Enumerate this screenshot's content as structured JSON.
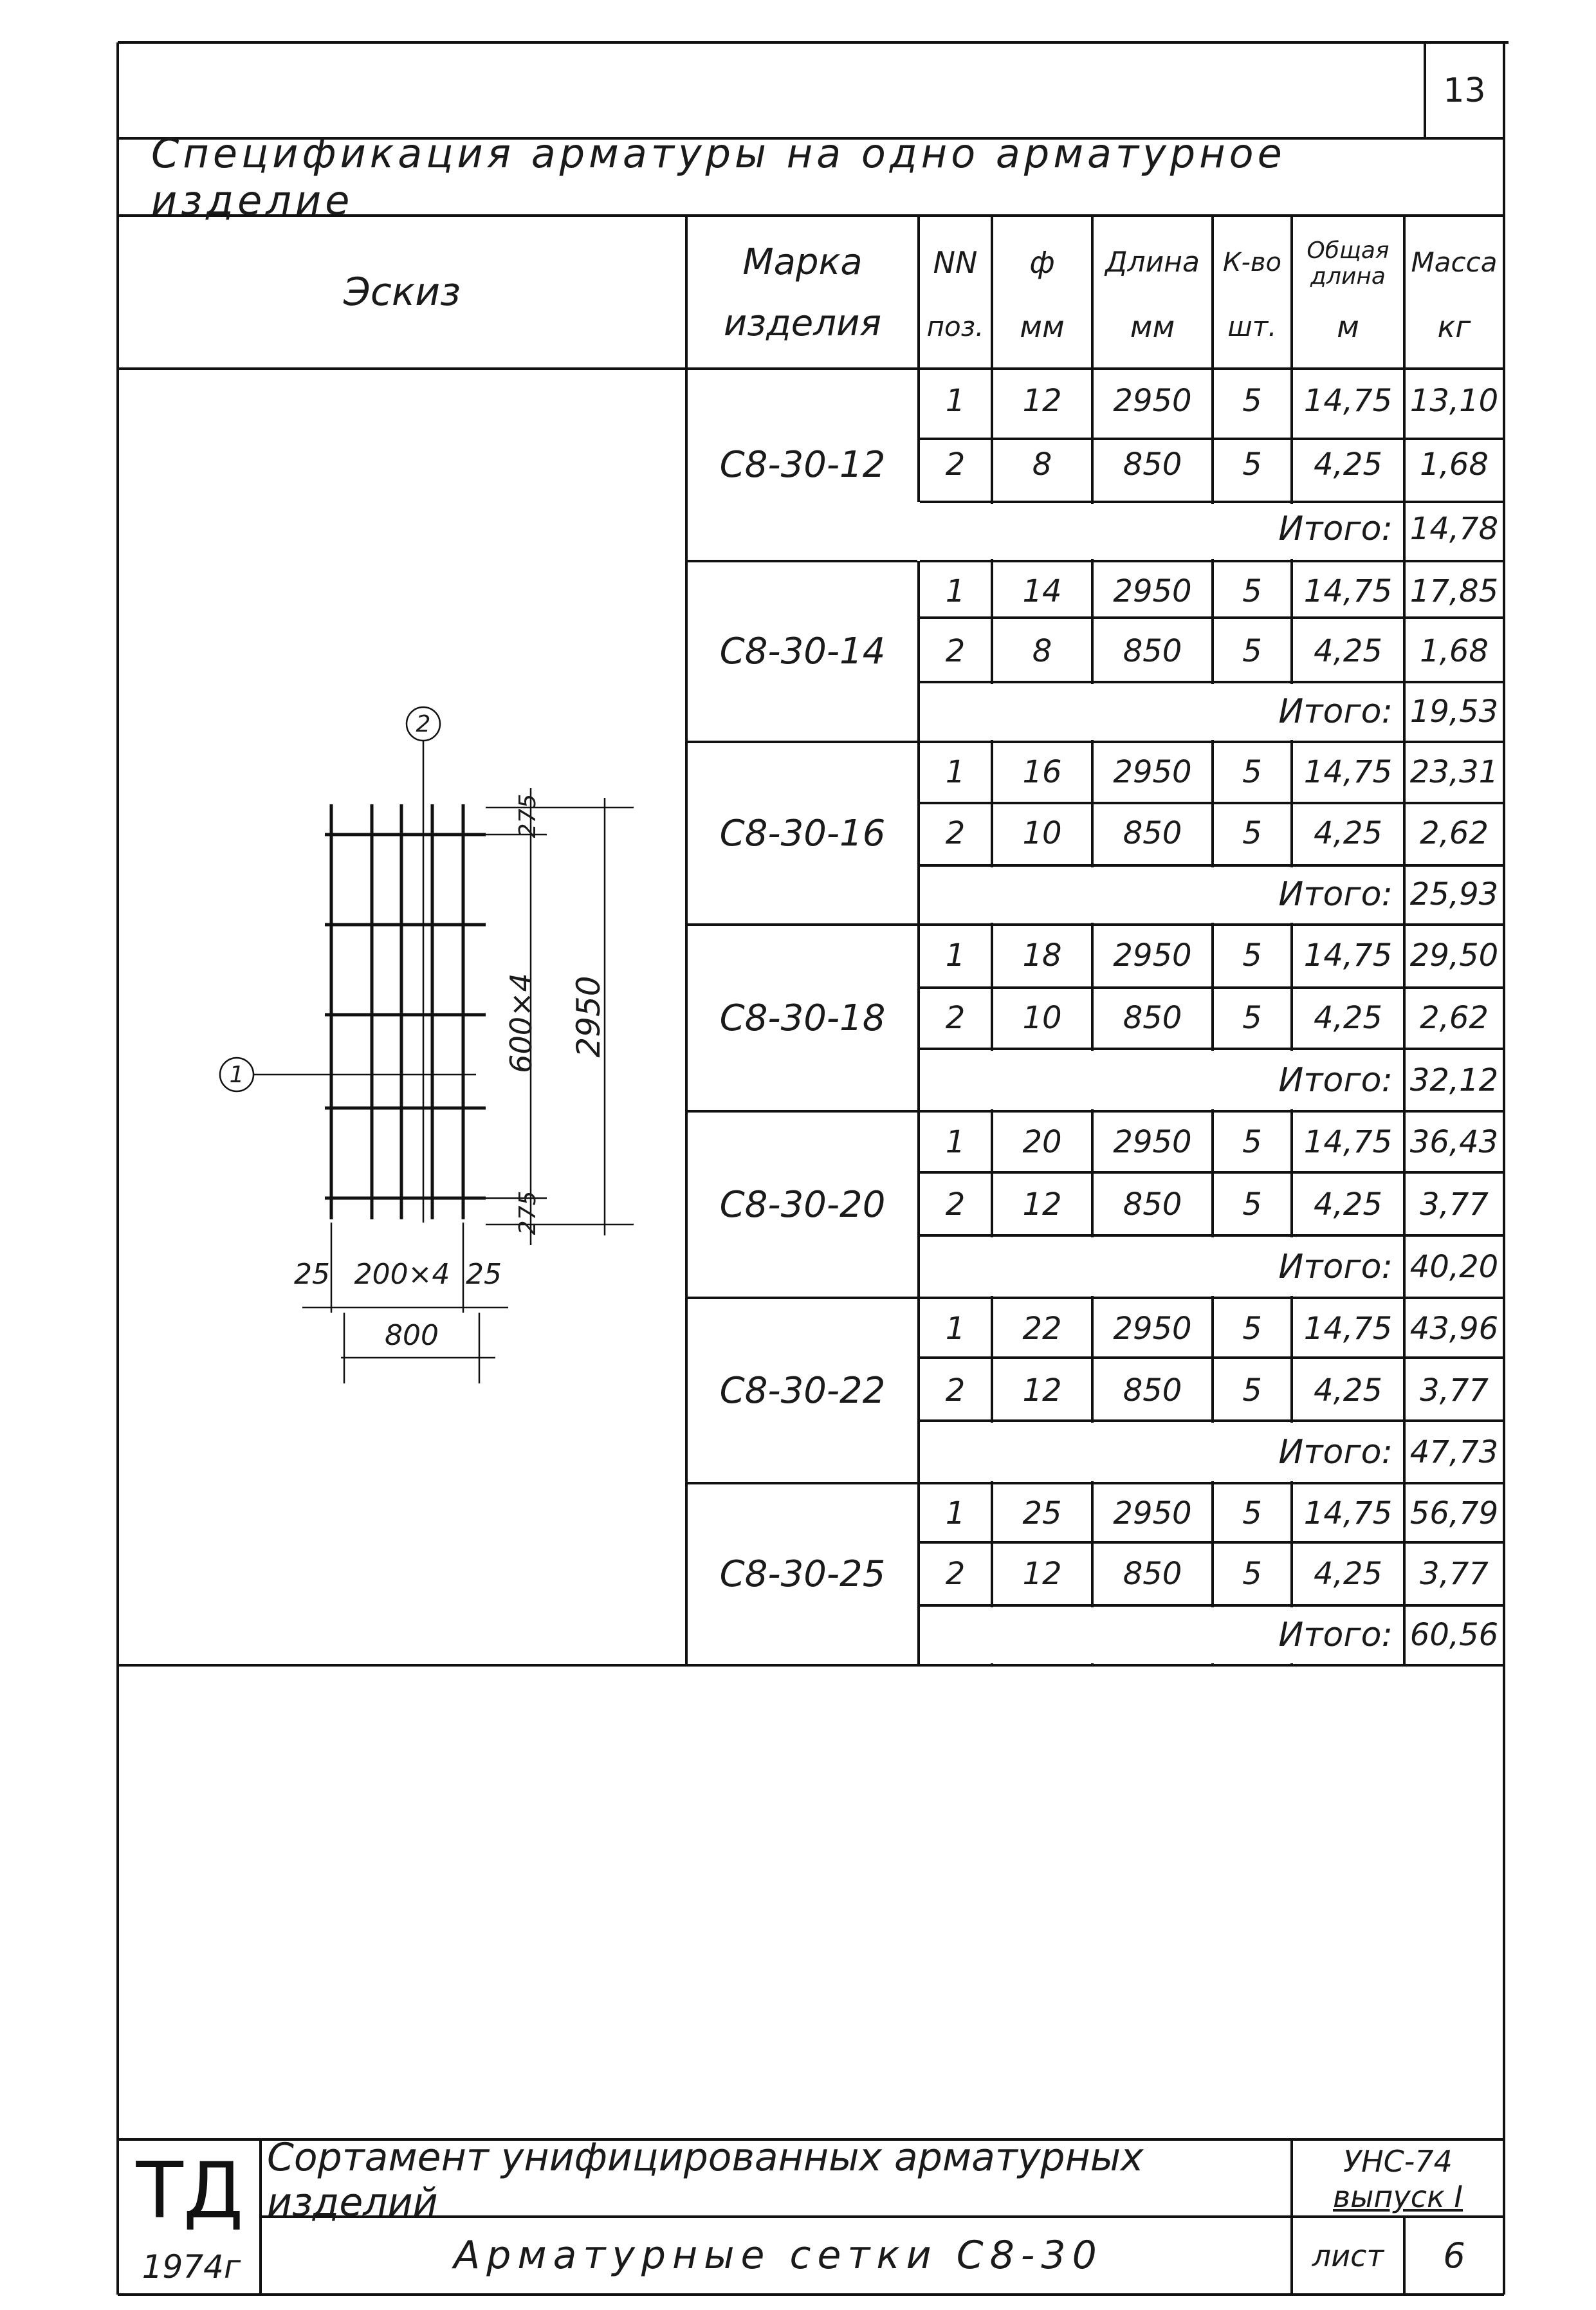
{
  "sheet": {
    "page_number": "13",
    "title": "Спецификация арматуры на одно арматурное изделие"
  },
  "table": {
    "headers": {
      "sketch": "Эскиз",
      "mark_line1": "Марка",
      "mark_line2": "изделия",
      "pos_line1": "NN",
      "pos_line2": "поз.",
      "dia_line1": "ф",
      "dia_line2": "мм",
      "len_line1": "Длина",
      "len_line2": "мм",
      "qty_line1": "К-во",
      "qty_line2": "шт.",
      "total_len_line1": "Общая длина",
      "total_len_line2": "м",
      "mass_line1": "Масса",
      "mass_line2": "кг"
    },
    "groups": [
      {
        "mark": "С8-30-12",
        "rows": [
          {
            "pos": "1",
            "dia": "12",
            "len": "2950",
            "qty": "5",
            "total": "14,75",
            "mass": "13,10"
          },
          {
            "pos": "2",
            "dia": "8",
            "len": "850",
            "qty": "5",
            "total": "4,25",
            "mass": "1,68"
          }
        ],
        "itogo_label": "Итого:",
        "itogo_value": "14,78"
      },
      {
        "mark": "С8-30-14",
        "rows": [
          {
            "pos": "1",
            "dia": "14",
            "len": "2950",
            "qty": "5",
            "total": "14,75",
            "mass": "17,85"
          },
          {
            "pos": "2",
            "dia": "8",
            "len": "850",
            "qty": "5",
            "total": "4,25",
            "mass": "1,68"
          }
        ],
        "itogo_label": "Итого:",
        "itogo_value": "19,53"
      },
      {
        "mark": "С8-30-16",
        "rows": [
          {
            "pos": "1",
            "dia": "16",
            "len": "2950",
            "qty": "5",
            "total": "14,75",
            "mass": "23,31"
          },
          {
            "pos": "2",
            "dia": "10",
            "len": "850",
            "qty": "5",
            "total": "4,25",
            "mass": "2,62"
          }
        ],
        "itogo_label": "Итого:",
        "itogo_value": "25,93"
      },
      {
        "mark": "С8-30-18",
        "rows": [
          {
            "pos": "1",
            "dia": "18",
            "len": "2950",
            "qty": "5",
            "total": "14,75",
            "mass": "29,50"
          },
          {
            "pos": "2",
            "dia": "10",
            "len": "850",
            "qty": "5",
            "total": "4,25",
            "mass": "2,62"
          }
        ],
        "itogo_label": "Итого:",
        "itogo_value": "32,12"
      },
      {
        "mark": "С8-30-20",
        "rows": [
          {
            "pos": "1",
            "dia": "20",
            "len": "2950",
            "qty": "5",
            "total": "14,75",
            "mass": "36,43"
          },
          {
            "pos": "2",
            "dia": "12",
            "len": "850",
            "qty": "5",
            "total": "4,25",
            "mass": "3,77"
          }
        ],
        "itogo_label": "Итого:",
        "itogo_value": "40,20"
      },
      {
        "mark": "С8-30-22",
        "rows": [
          {
            "pos": "1",
            "dia": "22",
            "len": "2950",
            "qty": "5",
            "total": "14,75",
            "mass": "43,96"
          },
          {
            "pos": "2",
            "dia": "12",
            "len": "850",
            "qty": "5",
            "total": "4,25",
            "mass": "3,77"
          }
        ],
        "itogo_label": "Итого:",
        "itogo_value": "47,73"
      },
      {
        "mark": "С8-30-25",
        "rows": [
          {
            "pos": "1",
            "dia": "25",
            "len": "2950",
            "qty": "5",
            "total": "14,75",
            "mass": "56,79"
          },
          {
            "pos": "2",
            "dia": "12",
            "len": "850",
            "qty": "5",
            "total": "4,25",
            "mass": "3,77"
          }
        ],
        "itogo_label": "Итого:",
        "itogo_value": "60,56"
      }
    ]
  },
  "sketch": {
    "callout_1": "1",
    "callout_2": "2",
    "dim_top": "275",
    "dim_bottom": "275",
    "dim_middle": "600×4",
    "dim_overall": "2950",
    "dim_left": "25",
    "dim_cells": "200×4",
    "dim_right": "25",
    "dim_width": "800"
  },
  "title_block": {
    "logo": "ТД",
    "year": "1974г",
    "series_title": "Сортамент унифицированных арматурных изделий",
    "sheet_name": "Арматурные сетки С8-30",
    "code_line1": "УНС-74",
    "code_line2": "выпуск I",
    "sheet_label": "лист",
    "sheet_no": "6"
  }
}
